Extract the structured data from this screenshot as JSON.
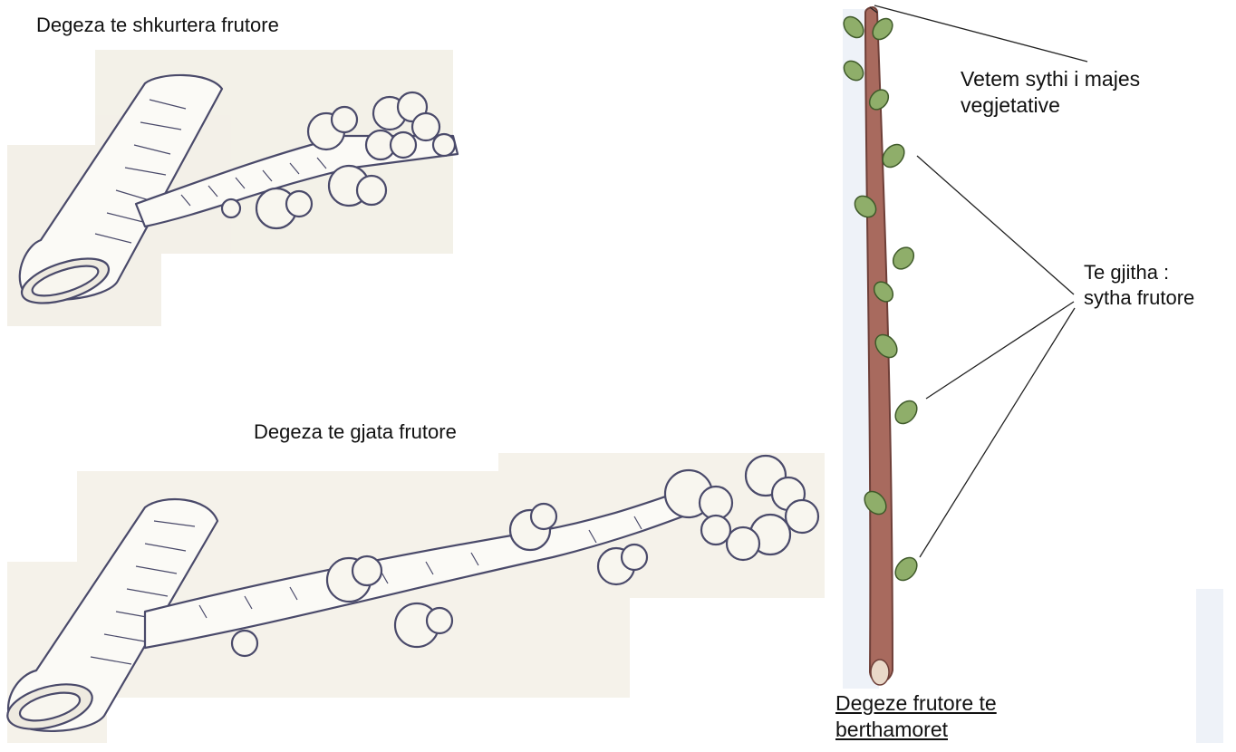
{
  "labels": {
    "short_spurs": "Degeza te shkurtera frutore",
    "long_spurs": "Degeza te gjata frutore",
    "apex_bud_line1": "Vetem sythi i majes",
    "apex_bud_line2": "vegjetative",
    "fruit_buds_line1": "Te gjitha :",
    "fruit_buds_line2": "sytha frutore",
    "stone_fruit_line1": "Degeze frutore te",
    "stone_fruit_line2": "berthamoret"
  },
  "colors": {
    "stem_fill": "#a86a5e",
    "stem_dark": "#6e3f38",
    "bud_green": "#8fae6a",
    "sketch_line": "#4a4a6a",
    "paper_tint": "#f2efe6"
  }
}
